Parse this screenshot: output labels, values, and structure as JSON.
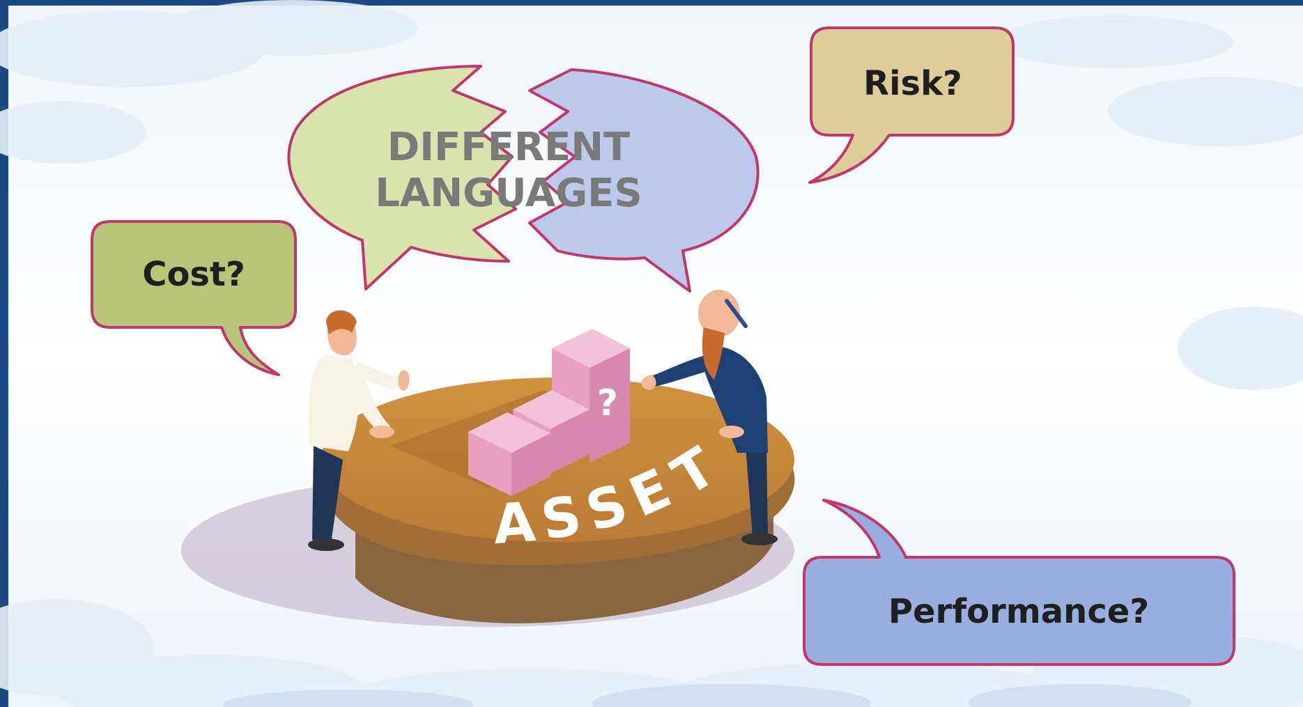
{
  "title": {
    "line1": "DIFFERENT",
    "line2": "LANGUAGES"
  },
  "bubbles": {
    "cost": "Cost?",
    "risk": "Risk?",
    "performance": "Performance?"
  },
  "table": {
    "label": "ASSET",
    "letters": [
      "A",
      "S",
      "S",
      "E",
      "T"
    ],
    "block_mark": "?"
  },
  "colors": {
    "frame": "#1b4a84",
    "cost_fill": "#b7c47a",
    "risk_fill": "#dccd9a",
    "performance_fill": "#98aede",
    "bubble_outline": "#c2376b",
    "left_cloud": "#d9e3ad",
    "right_cloud": "#bcc9ec",
    "table_top": "#c6873c",
    "blocks": "#eaa2c2"
  }
}
